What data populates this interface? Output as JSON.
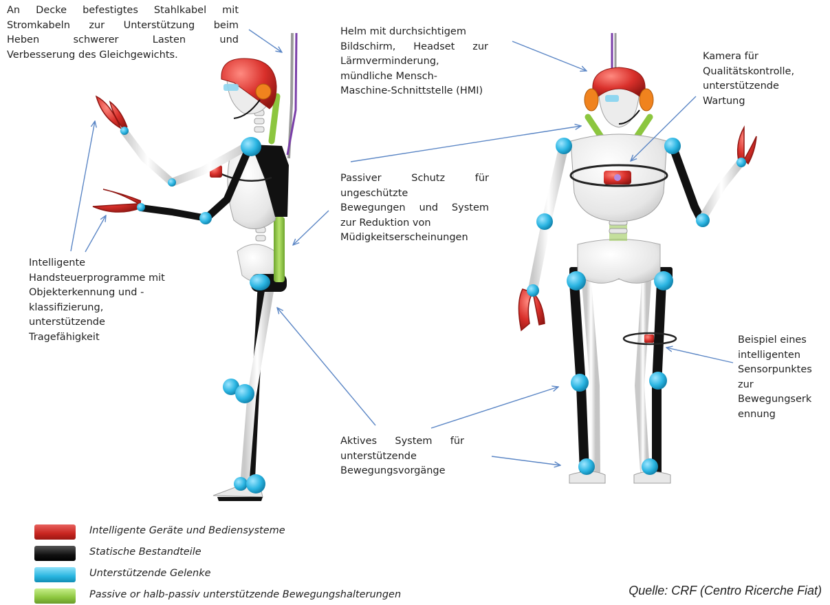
{
  "annotations": {
    "cable": [
      "An Decke befestigtes Stahlkabel mit",
      "Stromkabeln zur Unterstützung beim",
      "Heben schwerer Lasten und",
      "Verbesserung des Gleichgewichts."
    ],
    "helmet": [
      "Helm mit durchsichtigem",
      "Bildschirm, Headset zur",
      "Lärmverminderung,",
      "mündliche Mensch-",
      "Maschine-Schnittstelle (HMI)"
    ],
    "camera": [
      "Kamera für",
      "Qualitätskontrolle,",
      "unterstützende",
      "Wartung"
    ],
    "passive": [
      "Passiver Schutz für",
      "ungeschützte",
      "Bewegungen und System",
      "zur Reduktion von",
      "Müdigkeitserscheinungen"
    ],
    "hand": [
      "Intelligente",
      "Handsteuerprogramme mit",
      "Objekterkennung und -",
      "klassifizierung,",
      "unterstützende",
      "Tragefähigkeit"
    ],
    "active": [
      "Aktives System für",
      "unterstützende",
      "Bewegungsvorgänge"
    ],
    "sensor": [
      "Beispiel eines",
      "intelligenten",
      "Sensorpunktes",
      "zur",
      "Bewegungserk",
      "ennung"
    ]
  },
  "legend": [
    {
      "label": "Intelligente Geräte und Bediensysteme",
      "color": "#d4302c"
    },
    {
      "label": "Statische Bestandteile",
      "color": "#111111"
    },
    {
      "label": "Unterstützende Gelenke",
      "color": "#29b6e0"
    },
    {
      "label": "Passive or halb-passiv unterstützende Bewegungshalterungen",
      "color": "#8cc63f"
    }
  ],
  "source": "Quelle: CRF (Centro Ricerche Fiat)",
  "colors": {
    "arrow": "#5b86c5",
    "bone": "#eeeeee",
    "joint": "#29b6e0",
    "static": "#111111",
    "smart": "#d4302c",
    "passive": "#8cc63f",
    "cable": "#7a3fa8"
  }
}
